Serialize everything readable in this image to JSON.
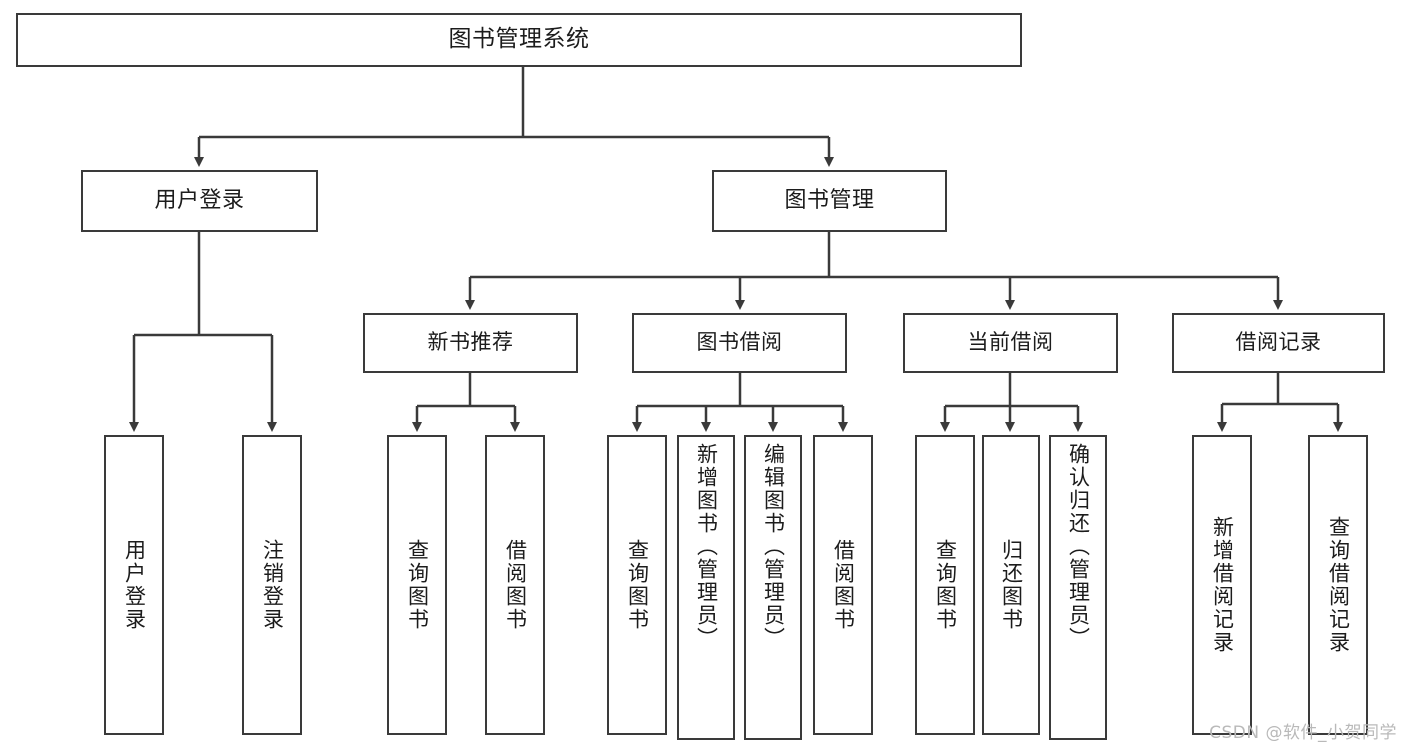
{
  "diagram": {
    "title": "图书管理系统",
    "type": "tree",
    "root": {
      "label": "图书管理系统"
    },
    "level2": [
      {
        "label": "用户登录"
      },
      {
        "label": "图书管理"
      }
    ],
    "level3": [
      {
        "label": "新书推荐"
      },
      {
        "label": "图书借阅"
      },
      {
        "label": "当前借阅"
      },
      {
        "label": "借阅记录"
      }
    ],
    "leaves": {
      "user_login": [
        {
          "label": "用户登录"
        },
        {
          "label": "注销登录"
        }
      ],
      "new_book_recommend": [
        {
          "label": "查询图书"
        },
        {
          "label": "借阅图书"
        }
      ],
      "book_borrow": [
        {
          "label": "查询图书"
        },
        {
          "label": "新增图书（管理员）"
        },
        {
          "label": "编辑图书（管理员）"
        },
        {
          "label": "借阅图书"
        }
      ],
      "current_borrow": [
        {
          "label": "查询图书"
        },
        {
          "label": "归还图书"
        },
        {
          "label": "确认归还（管理员）"
        }
      ],
      "borrow_record": [
        {
          "label": "新增借阅记录"
        },
        {
          "label": "查询借阅记录"
        }
      ]
    }
  },
  "watermark": {
    "text": "CSDN @软件_小贺同学"
  },
  "colors": {
    "stroke": "#3a3a3a",
    "text": "#1c1c1c",
    "background": "#ffffff",
    "watermark": "#b9b9b9"
  }
}
